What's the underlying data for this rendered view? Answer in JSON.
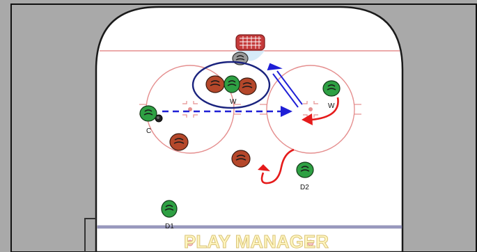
{
  "app": {
    "watermark": "PLAY MANAGER"
  },
  "colors": {
    "outside": "#a9a9a9",
    "ice": "#ffffff",
    "board": "#1a1a1a",
    "red_line": "#e58f8f",
    "blue_line": "#7e7ea6",
    "team_home": "#2ea043",
    "team_away": "#b5472a",
    "arrow_blue": "#1f1fd6",
    "arrow_red": "#e51b1b",
    "highlight_ring": "#1a237e"
  },
  "players": {
    "home": [
      {
        "id": "C",
        "label": "C"
      },
      {
        "id": "W-slot",
        "label": "W"
      },
      {
        "id": "W-right",
        "label": "W"
      },
      {
        "id": "D2",
        "label": "D2"
      },
      {
        "id": "D1",
        "label": "D1"
      }
    ],
    "away_count": 4
  },
  "elements": {
    "puck": "puck",
    "net": "goal-net",
    "goalie": "goalie"
  },
  "icons": {
    "player": "helmet-icon",
    "net": "goal-net-icon"
  }
}
